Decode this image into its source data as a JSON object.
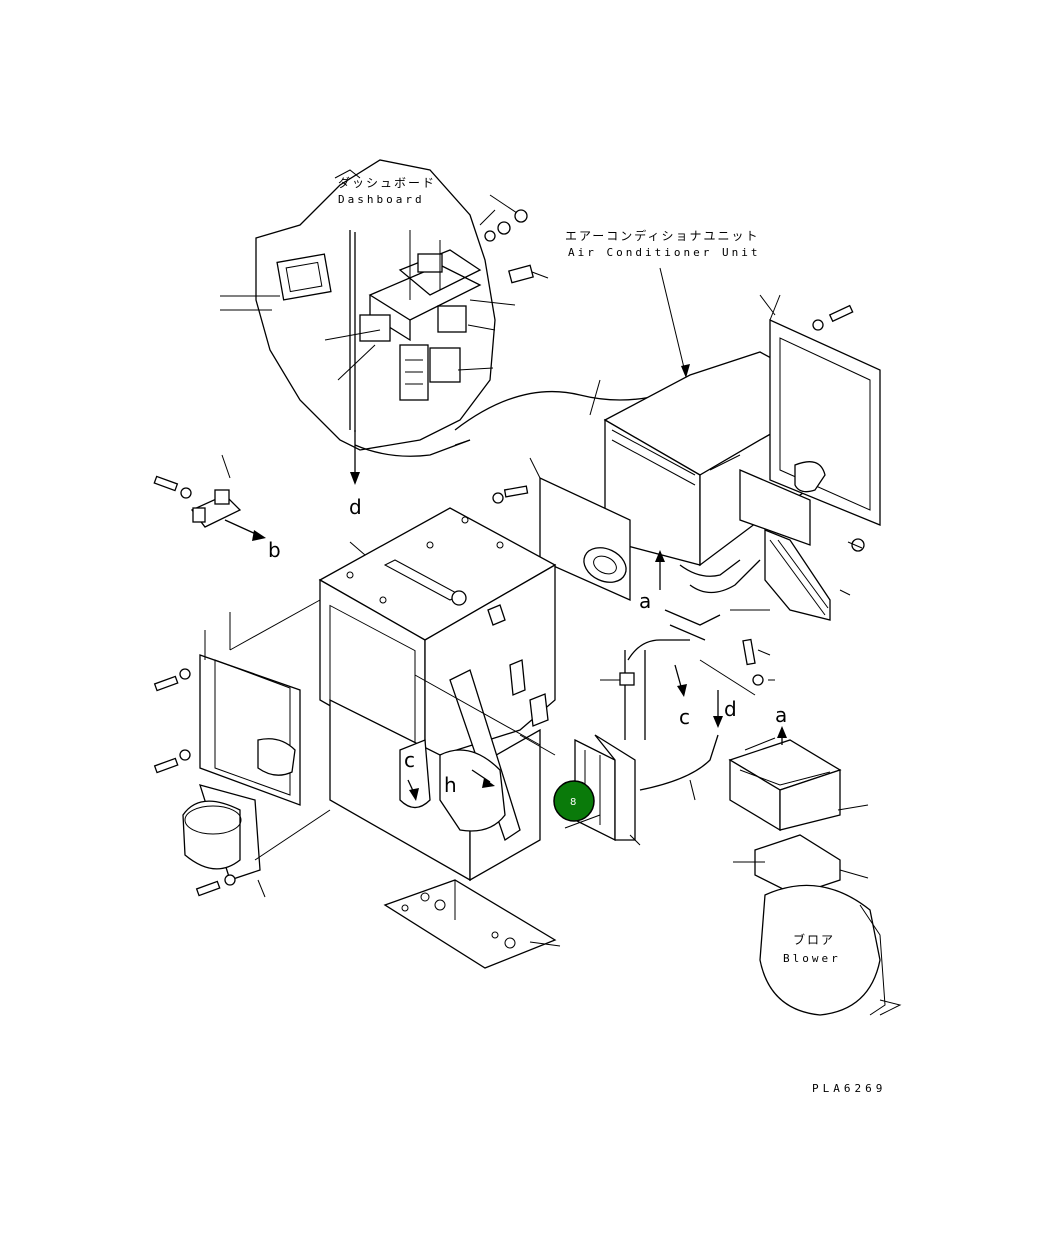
{
  "labels": {
    "dashboard_jp": "ダッシュボード",
    "dashboard_en": "Dashboard",
    "aircon_jp": "エアーコンディショナユニット",
    "aircon_en": "Air Conditioner Unit",
    "blower_jp": "ブロア",
    "blower_en": "Blower",
    "drawing_code": "PLA6269"
  },
  "refs": {
    "a_top": "a",
    "a_right": "a",
    "b": "b",
    "c_mid": "c",
    "c_left": "c",
    "d_top": "d",
    "d_right": "d",
    "h": "h"
  },
  "marker": {
    "label": "8",
    "color": "#0a7a0a"
  }
}
